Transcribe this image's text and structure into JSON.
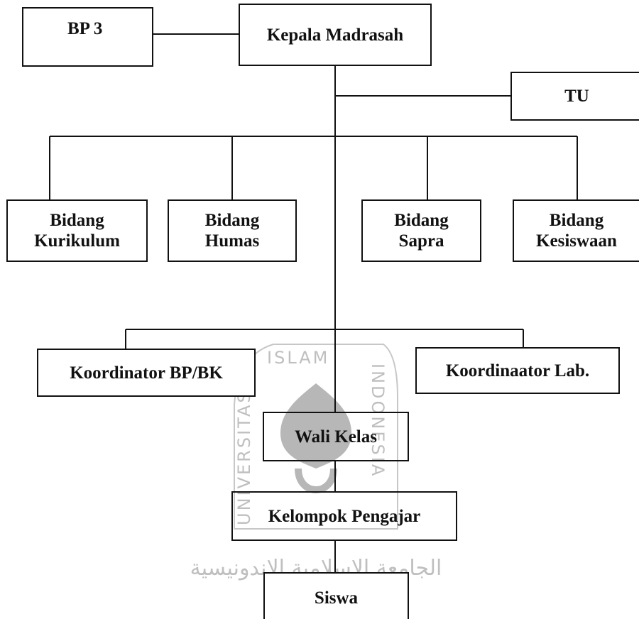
{
  "org_chart": {
    "bp3": "BP 3",
    "kepala": "Kepala Madrasah",
    "tu": "TU",
    "bidang": [
      {
        "line1": "Bidang",
        "line2": "Kurikulum"
      },
      {
        "line1": "Bidang",
        "line2": "Humas"
      },
      {
        "line1": "Bidang",
        "line2": "Sapra"
      },
      {
        "line1": "Bidang",
        "line2": "Kesiswaan"
      }
    ],
    "koordinator_bpbk": "Koordinator BP/BK",
    "koordinator_lab": "Koordinaator Lab.",
    "wali_kelas": "Wali Kelas",
    "kelompok_pengajar": "Kelompok Pengajar",
    "siswa": "Siswa"
  },
  "watermark": {
    "top": "ISLAM",
    "left": "UNIVERSITAS",
    "right": "INDONESIA",
    "arabic": "الجامعة الإسلامية الإندونيسية"
  }
}
